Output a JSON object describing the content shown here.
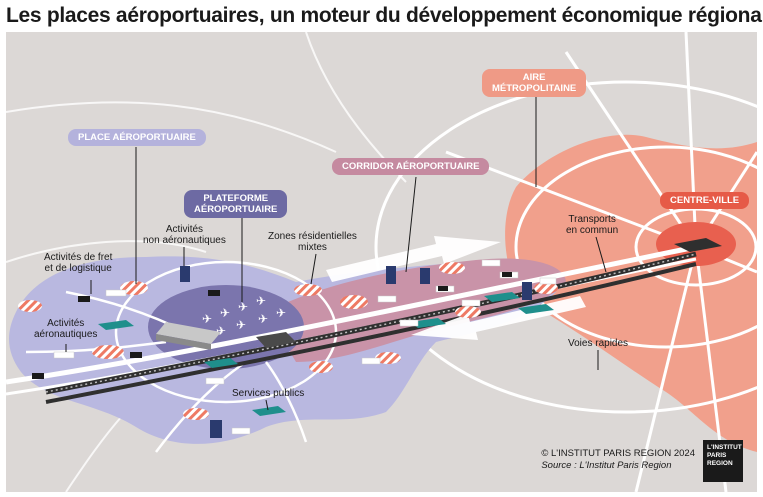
{
  "title": "Les places aéroportuaires, un moteur du développement économique régional",
  "zones": {
    "aire": "AIRE\nMÉTROPOLITAINE",
    "place": "PLACE AÉROPORTUAIRE",
    "plateforme": "PLATEFORME\nAÉROPORTUAIRE",
    "corridor": "CORRIDOR AÉROPORTUAIRE",
    "centre": "CENTRE-VILLE"
  },
  "labels": {
    "fret": "Activités de fret\net de logistique",
    "non_aero": "Activités\nnon aéronautiques",
    "aero": "Activités\naéronautiques",
    "zones_res": "Zones résidentielles\nmixtes",
    "transports": "Transports\nen commun",
    "voies": "Voies rapides",
    "services": "Services publics"
  },
  "credit": {
    "copyright": "© L'INSTITUT PARIS REGION 2024",
    "source": "Source : L'Institut Paris Region"
  },
  "logo_text": "L'INSTITUT\nPARIS\nREGION",
  "colors": {
    "background": "#dcd8d6",
    "place": "#b9b8e0",
    "plateforme": "#7b75ad",
    "corridor": "#c993a8",
    "aire": "#f1a08c",
    "centre": "#e8604f",
    "pill_place": "#b4b2dc",
    "pill_plateforme": "#6d6aa3",
    "pill_corridor": "#c58aa0",
    "pill_aire": "#ef9a86",
    "pill_centre": "#e65a47",
    "teal": "#1f8f8c",
    "navy": "#2a3a6e"
  }
}
